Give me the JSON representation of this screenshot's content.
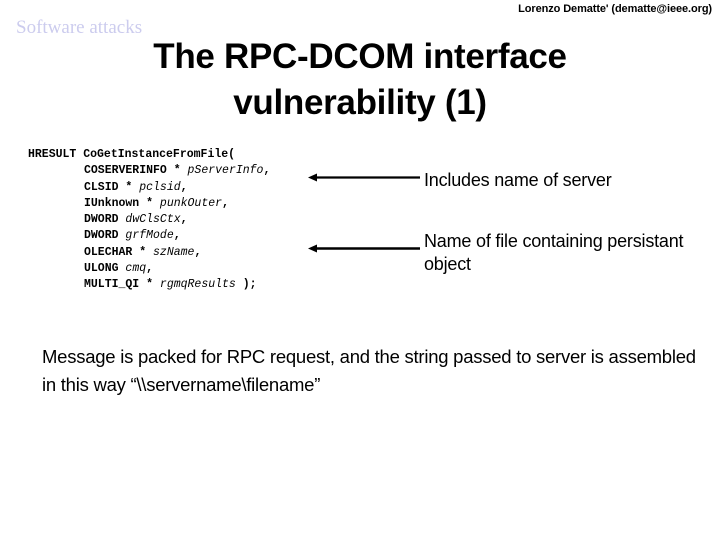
{
  "header": {
    "author": "Lorenzo Dematte' (dematte@ieee.org)",
    "section": "Software attacks"
  },
  "title": {
    "line1": "The RPC-DCOM interface",
    "line2": "vulnerability (1)"
  },
  "code": {
    "lines": [
      {
        "indent": false,
        "type": "HRESULT",
        "sep": " ",
        "name": "CoGetInstanceFromFile(",
        "tail": ""
      },
      {
        "indent": true,
        "type": "COSERVERINFO",
        "sep": " * ",
        "name": "pServerInfo",
        "tail": ","
      },
      {
        "indent": true,
        "type": "CLSID",
        "sep": " * ",
        "name": "pclsid",
        "tail": ","
      },
      {
        "indent": true,
        "type": "IUnknown",
        "sep": " * ",
        "name": "punkOuter",
        "tail": ","
      },
      {
        "indent": true,
        "type": "DWORD",
        "sep": " ",
        "name": "dwClsCtx",
        "tail": ","
      },
      {
        "indent": true,
        "type": "DWORD",
        "sep": " ",
        "name": "grfMode",
        "tail": ","
      },
      {
        "indent": true,
        "type": "OLECHAR",
        "sep": " * ",
        "name": "szName",
        "tail": ","
      },
      {
        "indent": true,
        "type": "ULONG",
        "sep": " ",
        "name": "cmq",
        "tail": ","
      },
      {
        "indent": true,
        "type": "MULTI_QI",
        "sep": " * ",
        "name": "rgmqResults",
        "tail": " );"
      }
    ]
  },
  "annotations": {
    "server": "Includes name of server",
    "filename": "Name of file containing persistant object"
  },
  "bottom": {
    "text": "Message is packed for RPC request, and the string passed to server is assembled in this way “\\\\servername\\filename”"
  },
  "colors": {
    "section_label": "#ccccee",
    "text": "#000000",
    "background": "#ffffff"
  }
}
